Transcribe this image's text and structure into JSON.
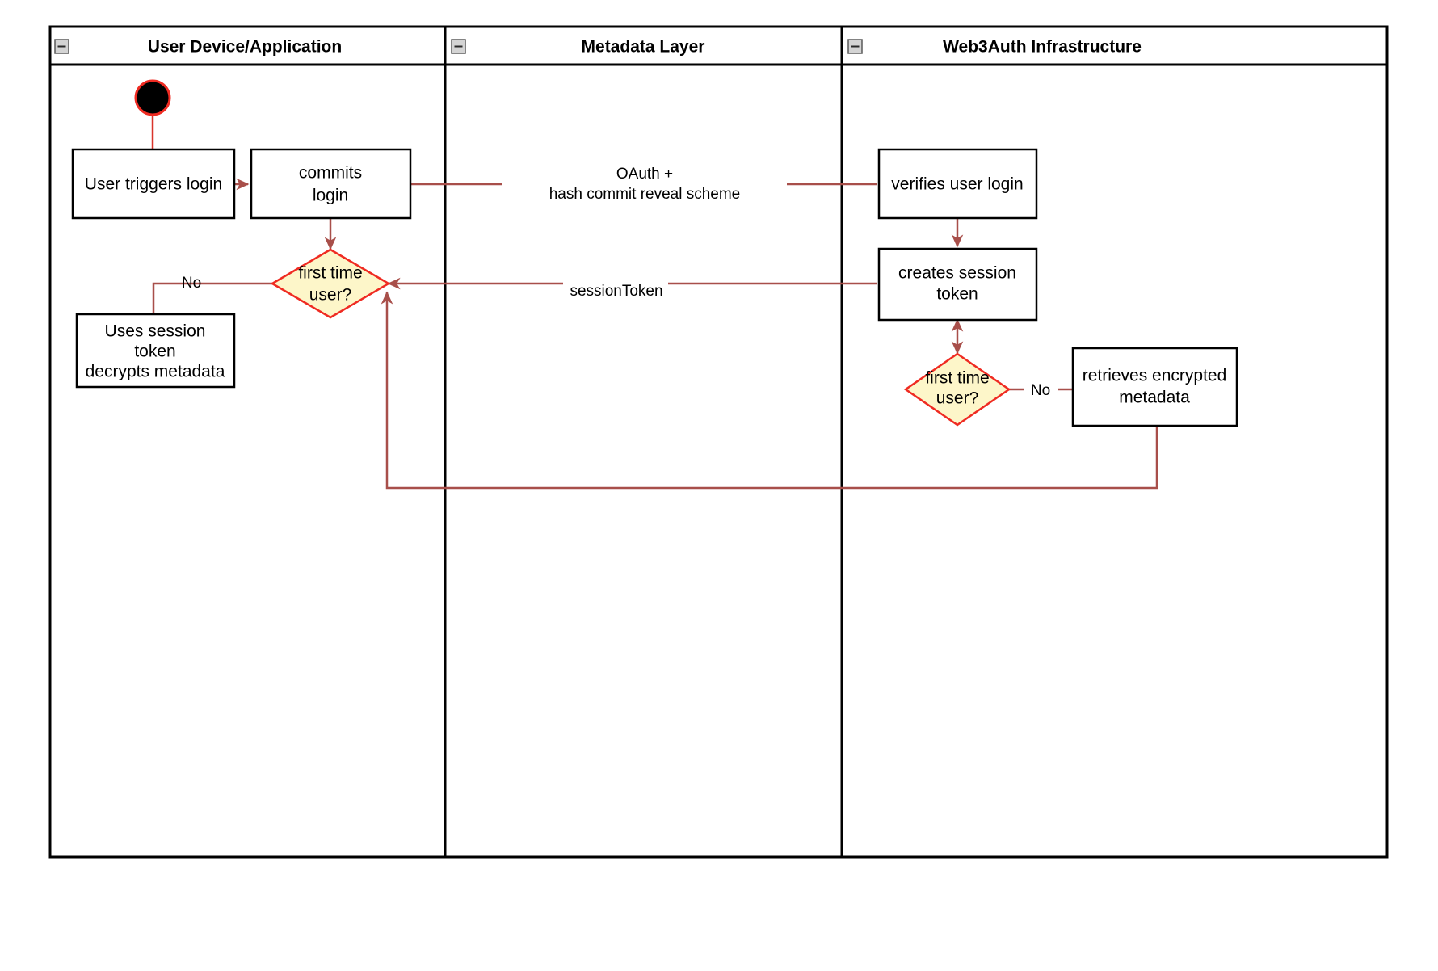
{
  "diagram": {
    "type": "uml-activity-swimlane",
    "title": "Web3Auth login activity diagram",
    "colors": {
      "edge": "#a84f4a",
      "decision_fill": "#fdf6c9",
      "decision_stroke": "#ef2b22",
      "node_stroke": "#000000",
      "node_fill": "#ffffff",
      "lane_border": "#000000",
      "start_fill": "#000000",
      "start_stroke": "#ef2b22",
      "collapse_fill": "#d4d4d4"
    },
    "lanes": [
      {
        "id": "lane-user-device",
        "label": "User Device/Application",
        "collapse_icon": "collapse-minus-icon"
      },
      {
        "id": "lane-metadata",
        "label": "Metadata Layer",
        "collapse_icon": "collapse-minus-icon"
      },
      {
        "id": "lane-web3auth",
        "label": "Web3Auth Infrastructure",
        "collapse_icon": "collapse-minus-icon"
      }
    ],
    "nodes": [
      {
        "id": "start",
        "shape": "initial-node",
        "lane": "lane-user-device",
        "label": ""
      },
      {
        "id": "user-triggers-login",
        "shape": "action",
        "lane": "lane-user-device",
        "lines": [
          "User triggers login"
        ]
      },
      {
        "id": "commits-login",
        "shape": "action",
        "lane": "lane-user-device",
        "lines": [
          "commits",
          "login"
        ]
      },
      {
        "id": "first-time-user-left",
        "shape": "decision",
        "lane": "lane-user-device",
        "lines": [
          "first time",
          "user?"
        ]
      },
      {
        "id": "uses-session-token",
        "shape": "action",
        "lane": "lane-user-device",
        "lines": [
          "Uses session",
          "token",
          "decrypts metadata"
        ]
      },
      {
        "id": "verifies-user-login",
        "shape": "action",
        "lane": "lane-web3auth",
        "lines": [
          "verifies user login"
        ]
      },
      {
        "id": "creates-session-token",
        "shape": "action",
        "lane": "lane-web3auth",
        "lines": [
          "creates session",
          "token"
        ]
      },
      {
        "id": "first-time-user-right",
        "shape": "decision",
        "lane": "lane-web3auth",
        "lines": [
          "first time",
          "user?"
        ]
      },
      {
        "id": "retrieves-encrypted-metadata",
        "shape": "action",
        "lane": "lane-web3auth",
        "lines": [
          "retrieves encrypted",
          "metadata"
        ]
      }
    ],
    "edges": [
      {
        "id": "edge-start-to-trigger",
        "from": "start",
        "to": "user-triggers-login",
        "label": ""
      },
      {
        "id": "edge-trigger-to-commits",
        "from": "user-triggers-login",
        "to": "commits-login",
        "label": ""
      },
      {
        "id": "edge-commits-to-verifies",
        "from": "commits-login",
        "to": "verifies-user-login",
        "label_lines": [
          "OAuth +",
          "hash commit reveal scheme"
        ]
      },
      {
        "id": "edge-commits-to-decision",
        "from": "commits-login",
        "to": "first-time-user-left",
        "label": ""
      },
      {
        "id": "edge-decision-no-left",
        "from": "first-time-user-left",
        "to": "uses-session-token",
        "label": "No"
      },
      {
        "id": "edge-verifies-to-creates",
        "from": "verifies-user-login",
        "to": "creates-session-token",
        "label": ""
      },
      {
        "id": "edge-creates-to-decision-right",
        "from": "creates-session-token",
        "to": "first-time-user-right",
        "label": "",
        "arrow": "double"
      },
      {
        "id": "edge-session-token",
        "from": "creates-session-token",
        "to": "first-time-user-left",
        "label": "sessionToken"
      },
      {
        "id": "edge-decision-right-no",
        "from": "first-time-user-right",
        "to": "retrieves-encrypted-metadata",
        "label": "No"
      },
      {
        "id": "edge-metadata-return",
        "from": "retrieves-encrypted-metadata",
        "to": "first-time-user-left",
        "label": ""
      }
    ],
    "edge_labels": {
      "oauth_line1": "OAuth +",
      "oauth_line2": "hash commit reveal scheme",
      "session_token": "sessionToken",
      "no_left": "No",
      "no_right": "No"
    },
    "node_labels": {
      "user_triggers_login": "User triggers login",
      "commits_l1": "commits",
      "commits_l2": "login",
      "decision_left_l1": "first time",
      "decision_left_l2": "user?",
      "uses_l1": "Uses session",
      "uses_l2": "token",
      "uses_l3": "decrypts metadata",
      "verifies_user_login": "verifies user login",
      "creates_l1": "creates session",
      "creates_l2": "token",
      "decision_right_l1": "first time",
      "decision_right_l2": "user?",
      "retrieves_l1": "retrieves encrypted",
      "retrieves_l2": "metadata"
    }
  }
}
